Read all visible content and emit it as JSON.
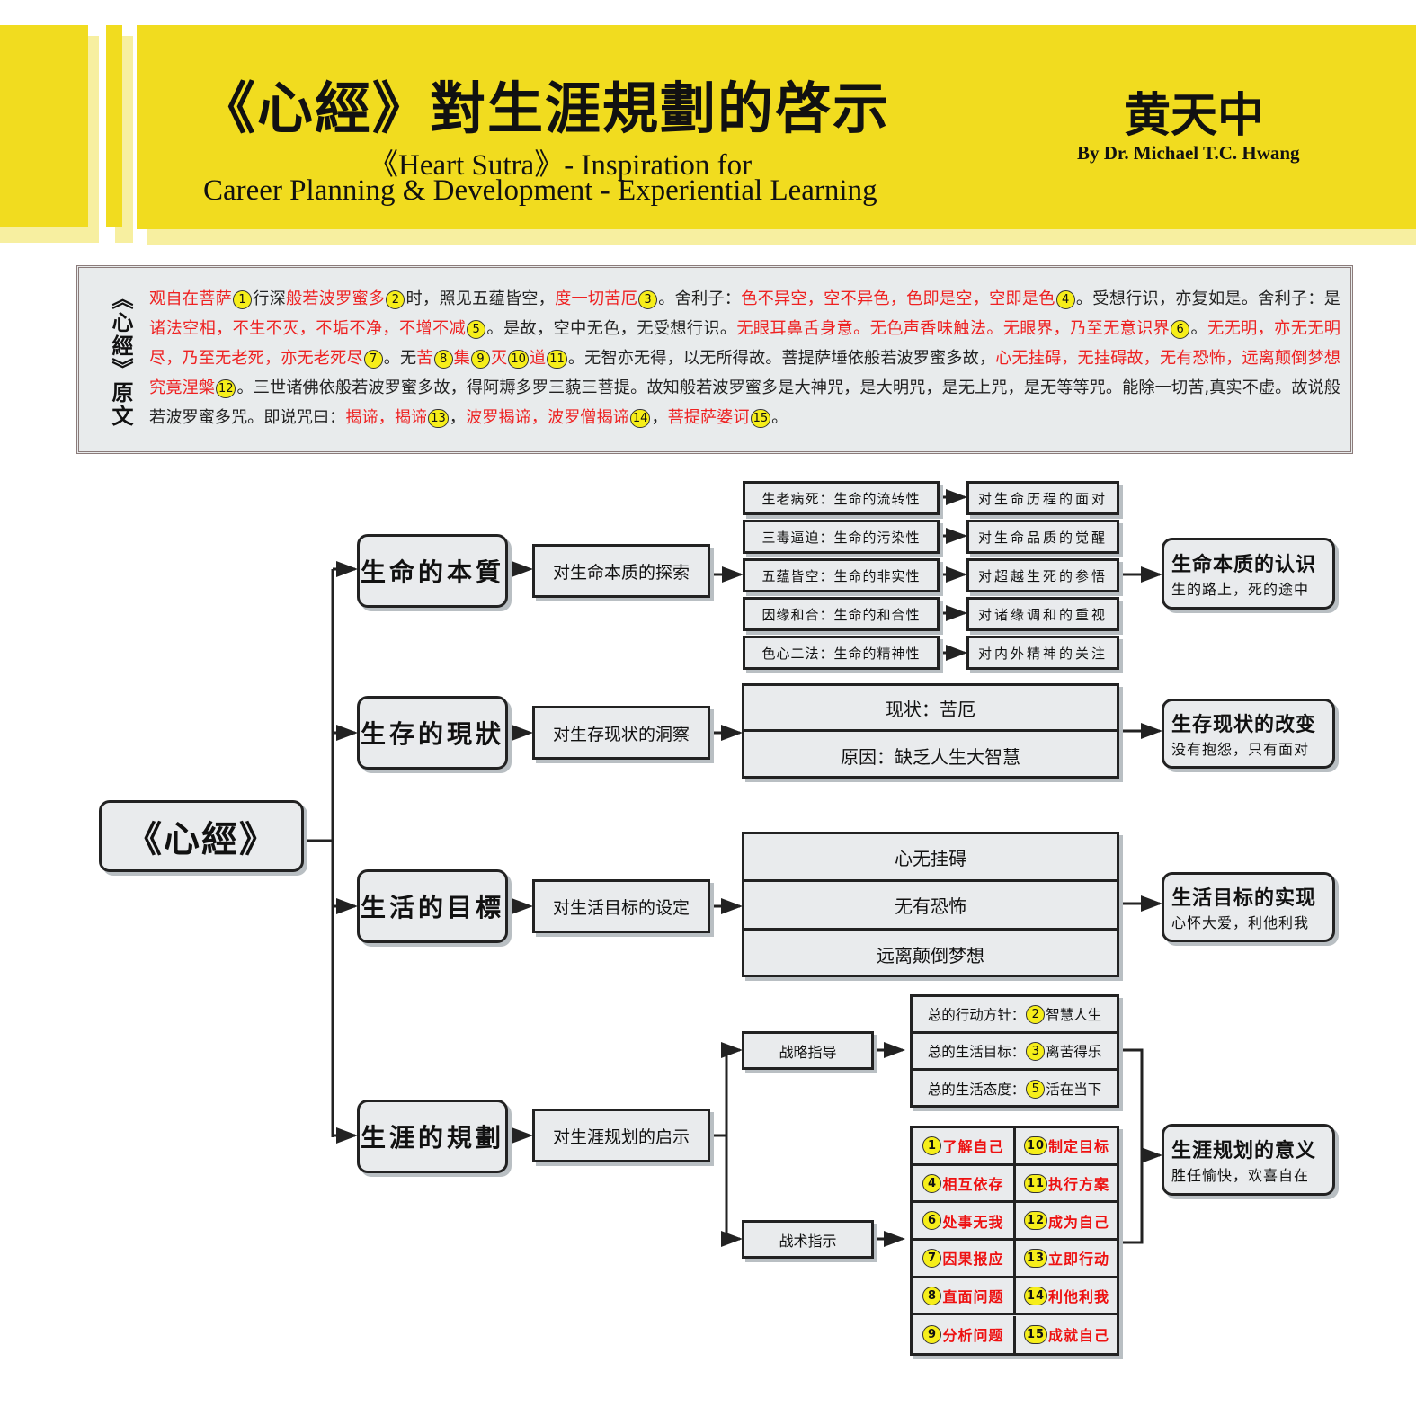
{
  "header": {
    "title_cn": "《心經》對生涯規劃的啓示",
    "subtitle_line1": "《Heart Sutra》- Inspiration  for",
    "subtitle_line2": "Career Planning & Development - Experiential Learning",
    "author_cn": "黄天中",
    "author_en": "By Dr. Michael T.C. Hwang"
  },
  "colors": {
    "banner": "#f1dc1f",
    "highlight": "#ee2222",
    "badge": "#f6ee1a",
    "box": "#e9ebed"
  },
  "sutra": {
    "label": "《心經》原文",
    "segments": [
      {
        "t": "观自在菩萨",
        "red": true,
        "n": "1"
      },
      {
        "t": "行深"
      },
      {
        "t": "般若波罗蜜多",
        "red": true,
        "n": "2"
      },
      {
        "t": "时，照见五蕴皆空，"
      },
      {
        "t": "度一切苦厄",
        "red": true,
        "n": "3"
      },
      {
        "t": "。舍利子："
      },
      {
        "t": "色不异空，空不异色，色即是空，空即是色",
        "red": true,
        "n": "4"
      },
      {
        "t": "。受想行识，亦复如是。舍利子：是"
      },
      {
        "t": "诸法空相，不生不灭，不垢不净，不增不减",
        "red": true,
        "n": "5"
      },
      {
        "t": "。是故，空中无色，无受想行识。"
      },
      {
        "t": "无眼耳鼻舌身意。无色声香味触法。无眼界，乃至无意识界",
        "red": true,
        "n": "6"
      },
      {
        "t": "。"
      },
      {
        "t": "无无明，亦无无明尽，乃至无老死，亦无老死尽",
        "red": true,
        "n": "7"
      },
      {
        "t": "。无"
      },
      {
        "t": "苦",
        "red": true,
        "n": "8"
      },
      {
        "t": "集",
        "red": true,
        "n": "9"
      },
      {
        "t": "灭",
        "red": true,
        "n": "10"
      },
      {
        "t": "道",
        "red": true,
        "n": "11"
      },
      {
        "t": "。无智亦无得，以无所得故。菩提萨埵依般若波罗蜜多故，"
      },
      {
        "t": "心无挂碍，无挂碍故，无有恐怖，远离颠倒梦想究竟涅槃",
        "red": true,
        "n": "12"
      },
      {
        "t": "。三世诸佛依般若波罗蜜多故，得阿耨多罗三藐三菩提。故知般若波罗蜜多是大神咒，是大明咒，是无上咒，是无等等咒。能除一切苦,真实不虚。故说般若波罗蜜多咒。即说咒曰："
      },
      {
        "t": "揭谛，揭谛",
        "red": true,
        "n": "13"
      },
      {
        "t": "，"
      },
      {
        "t": "波罗揭谛，波罗僧揭谛",
        "red": true,
        "n": "14"
      },
      {
        "t": "，"
      },
      {
        "t": "菩提萨婆诃",
        "red": true,
        "n": "15"
      },
      {
        "t": "。"
      }
    ]
  },
  "diagram": {
    "root": "《心經》",
    "b1": {
      "title": "生命的本質",
      "sub": "对生命本质的探索",
      "aspects": [
        "生老病死：生命的流转性",
        "三毒逼迫：生命的污染性",
        "五蕴皆空：生命的非实性",
        "因缘和合：生命的和合性",
        "色心二法：生命的精神性"
      ],
      "responses": [
        "对生命历程的面对",
        "对生命品质的觉醒",
        "对超越生死的参悟",
        "对诸缘调和的重视",
        "对内外精神的关注"
      ],
      "result_title": "生命本质的认识",
      "result_sub": "生的路上，死的途中"
    },
    "b2": {
      "title": "生存的現狀",
      "sub": "对生存现状的洞察",
      "items": [
        "现状：苦厄",
        "原因：缺乏人生大智慧"
      ],
      "result_title": "生存现状的改变",
      "result_sub": "没有抱怨，只有面对"
    },
    "b3": {
      "title": "生活的目標",
      "sub": "对生活目标的设定",
      "items": [
        "心无挂碍",
        "无有恐怖",
        "远离颠倒梦想"
      ],
      "result_title": "生活目标的实现",
      "result_sub": "心怀大爱，利他利我"
    },
    "b4": {
      "title": "生涯的規劃",
      "sub": "对生涯规划的启示",
      "strategy": "战略指导",
      "tactics": "战术指示",
      "strategy_items": [
        {
          "label": "总的行动方针：",
          "n": "2",
          "value": "智慧人生"
        },
        {
          "label": "总的生活目标：",
          "n": "3",
          "value": "离苦得乐"
        },
        {
          "label": "总的生活态度：",
          "n": "5",
          "value": "活在当下"
        }
      ],
      "tactic_items": [
        {
          "n": "1",
          "t": "了解自己"
        },
        {
          "n": "10",
          "t": "制定目标"
        },
        {
          "n": "4",
          "t": "相互依存"
        },
        {
          "n": "11",
          "t": "执行方案"
        },
        {
          "n": "6",
          "t": "处事无我"
        },
        {
          "n": "12",
          "t": "成为自己"
        },
        {
          "n": "7",
          "t": "因果报应"
        },
        {
          "n": "13",
          "t": "立即行动"
        },
        {
          "n": "8",
          "t": "直面问题"
        },
        {
          "n": "14",
          "t": "利他利我"
        },
        {
          "n": "9",
          "t": "分析问题"
        },
        {
          "n": "15",
          "t": "成就自己"
        }
      ],
      "result_title": "生涯规划的意义",
      "result_sub": "胜任愉快，欢喜自在"
    }
  }
}
